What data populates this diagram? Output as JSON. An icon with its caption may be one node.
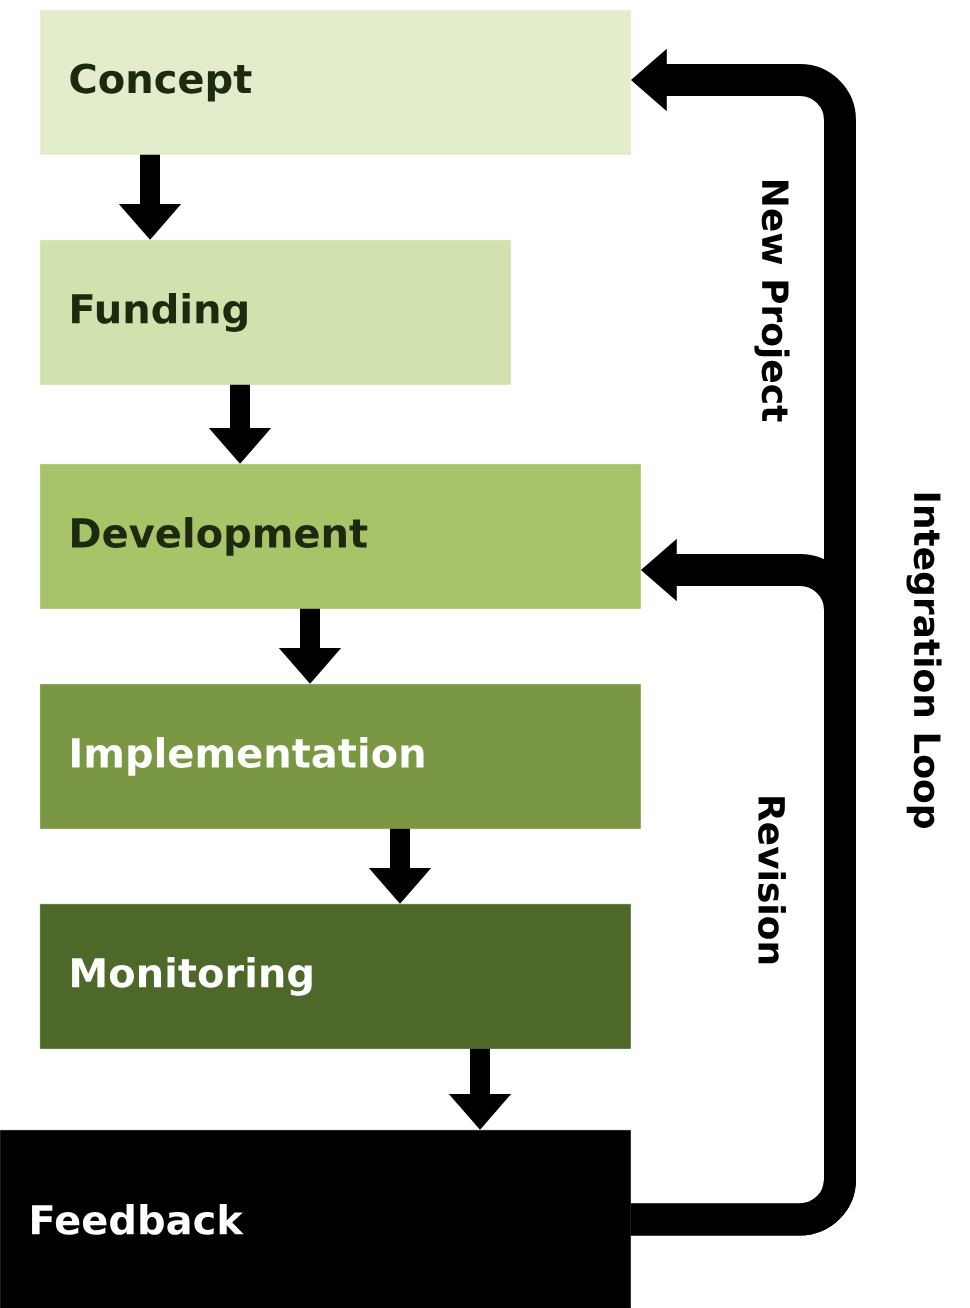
{
  "diagram": {
    "nodes": [
      {
        "text": [
          "Concept"
        ]
      },
      {
        "text": [
          "Funding"
        ]
      },
      {
        "text": [
          "Development"
        ]
      },
      {
        "text": [
          "Implementation"
        ]
      },
      {
        "text": [
          "Monitoring"
        ]
      },
      {
        "text": [
          "Feedback"
        ]
      }
    ],
    "edges": [
      {
        "from": 0,
        "to": 1,
        "arrow": "to"
      },
      {
        "from": 1,
        "to": 2,
        "arrow": "to"
      },
      {
        "from": 2,
        "to": 3,
        "arrow": "to"
      },
      {
        "from": 3,
        "to": 4,
        "arrow": "to"
      },
      {
        "from": 4,
        "to": 5,
        "arrow": "to"
      },
      {
        "from": 5,
        "to": 0,
        "arrow": "to",
        "label": "New Project"
      },
      {
        "from": 5,
        "to": 2,
        "arrow": "to",
        "label": "Revision"
      }
    ],
    "labels": [
      "Integration Loop"
    ]
  }
}
